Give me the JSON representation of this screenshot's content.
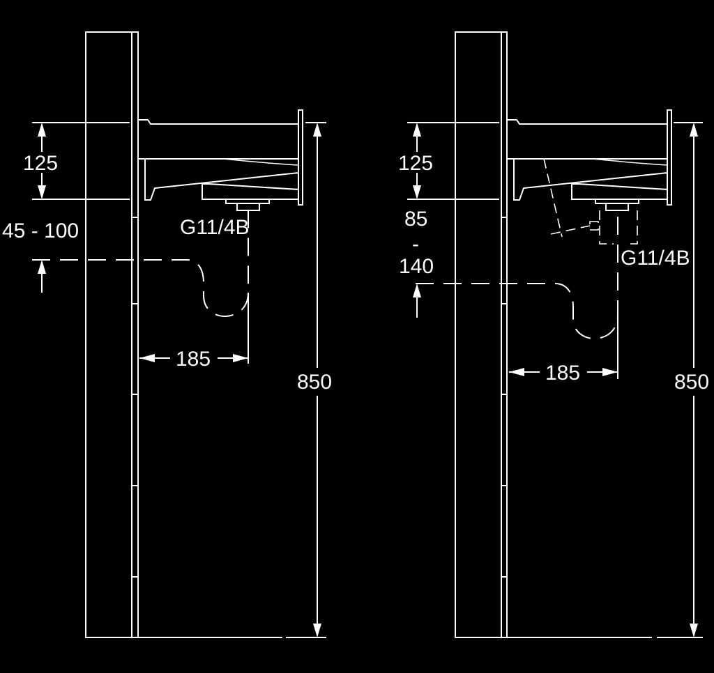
{
  "left": {
    "dim_height": "125",
    "dim_drain": "45 - 100",
    "dim_projection": "185",
    "dim_total": "850",
    "thread": "G11/4B"
  },
  "right": {
    "dim_height": "125",
    "dim_drain_top": "85",
    "dim_drain_sep": "-",
    "dim_drain_bottom": "140",
    "dim_projection": "185",
    "dim_total": "850",
    "thread": "G11/4B"
  }
}
